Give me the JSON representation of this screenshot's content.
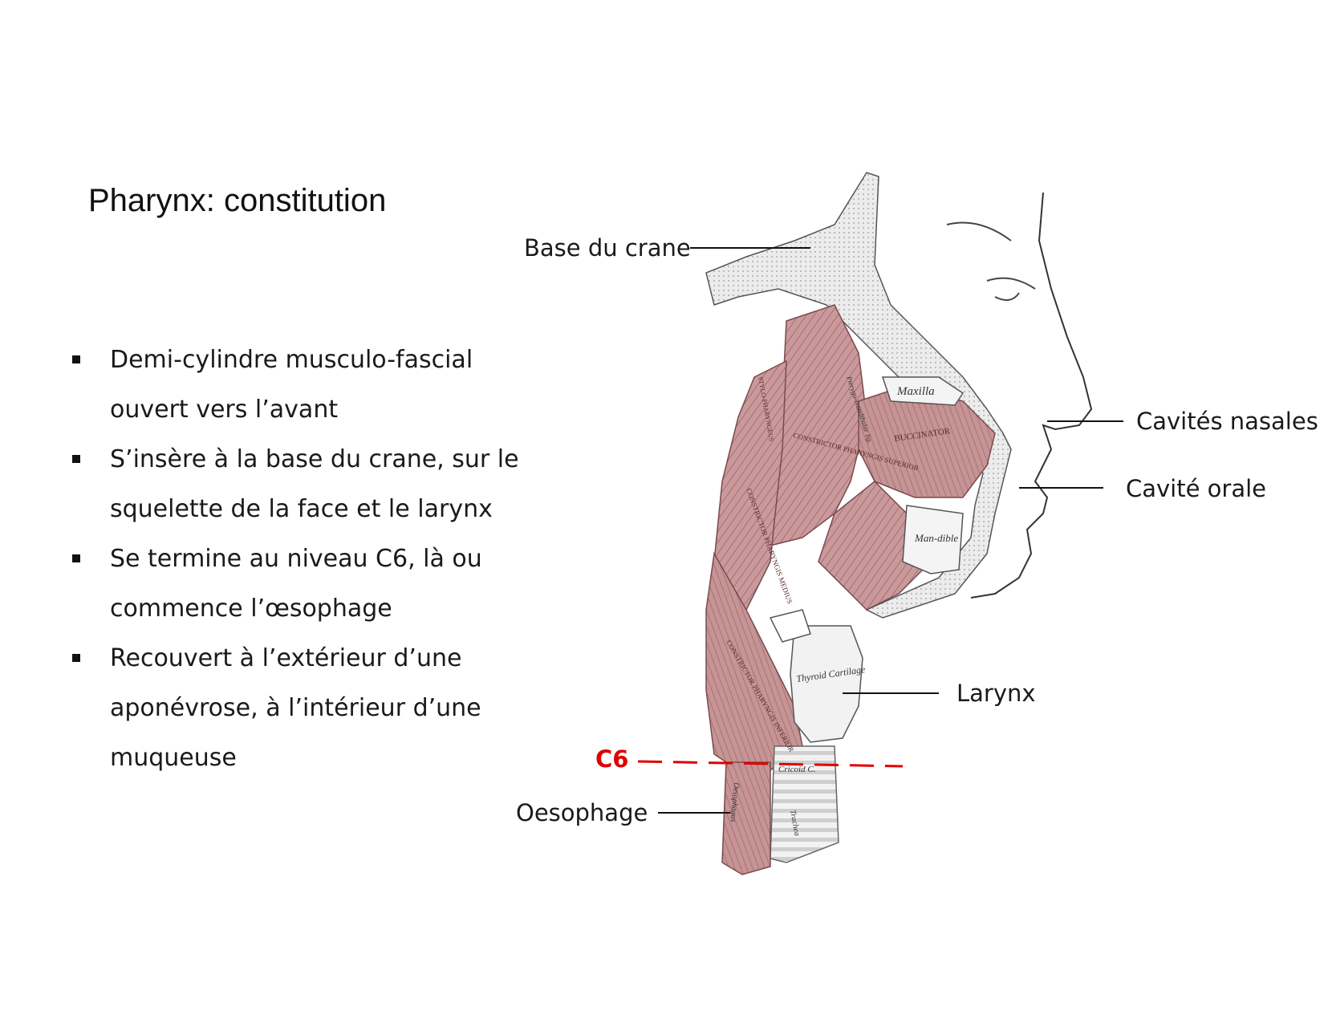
{
  "slide": {
    "title": "Pharynx: constitution",
    "bullets": [
      "Demi-cylindre musculo-fascial ouvert vers l’avant",
      "S’insère à la base du crane, sur le squelette de la face et le larynx",
      "Se termine au niveau C6, là ou commence l’œsophage",
      "Recouvert à l’extérieur d’une aponévrose, à l’intérieur d’une muqueuse"
    ]
  },
  "figure": {
    "labels": {
      "base_crane": "Base du crane",
      "cavites_nasales": "Cavités nasales",
      "cavite_orale": "Cavité orale",
      "larynx": "Larynx",
      "c6": "C6",
      "oesophage": "Oesophage"
    },
    "engraving_text": {
      "maxilla": "Maxilla",
      "buccinator": "BUCCINATOR",
      "mandible": "Man-dible",
      "thyroid_cartilage": "Thyroid Cartilage",
      "constrictor_superior": "CONSTRICTOR PHARYNGIS SUPERIOR",
      "constrictor_medius": "CONSTRICTOR PHARYNGIS MEDIUS",
      "constrictor_inferior": "CONSTRICTOR PHARYNGIS INFERIOR",
      "stylo_pharyngeus": "STYLO-PHARYNGEUS",
      "pterygo_mandibular": "Pterygo-mandibular lig.",
      "cricoid": "Cricoid C.",
      "trachea": "Trachea",
      "oesophagus": "Oesophagus"
    },
    "colors": {
      "muscle": "#c9999b",
      "muscle_dark": "#9a6466",
      "line": "#111111",
      "c6": "#e00000"
    }
  }
}
